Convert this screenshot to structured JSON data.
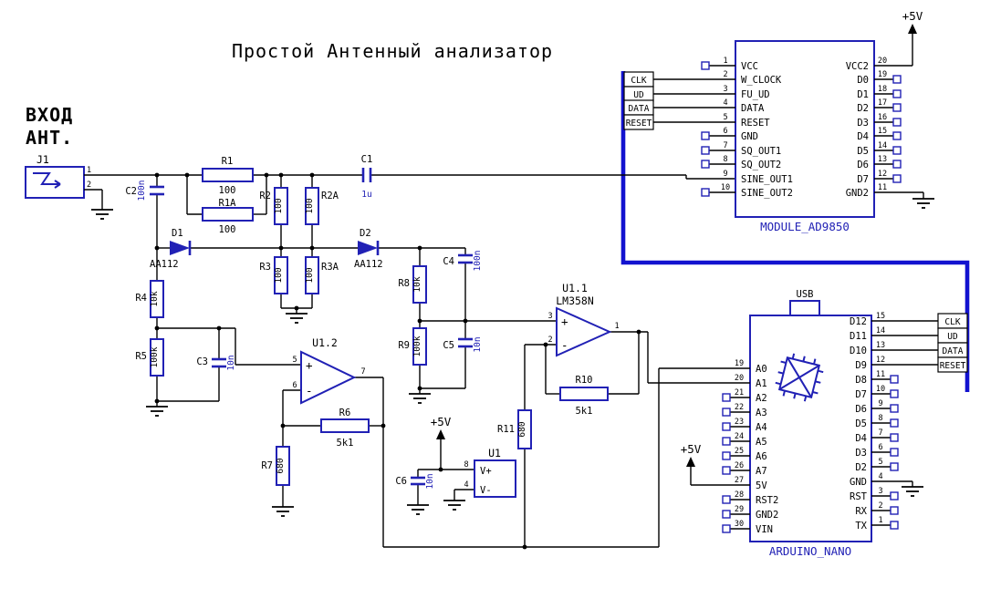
{
  "title": "Простой Антенный анализатор",
  "colors": {
    "component_blue": "#2121b5",
    "bus_blue": "#1212cf",
    "wire_black": "#000000"
  },
  "power_label": "+5V",
  "input": {
    "label_line1": "ВХОД",
    "label_line2": "АНТ.",
    "connector_ref": "J1",
    "pin1": "1",
    "pin2": "2"
  },
  "components": {
    "r1": {
      "ref": "R1",
      "value": "100"
    },
    "r1a": {
      "ref": "R1A",
      "value": "100"
    },
    "r2": {
      "ref": "R2",
      "value": "100"
    },
    "r2a": {
      "ref": "R2A",
      "value": "100"
    },
    "r3": {
      "ref": "R3",
      "value": "100"
    },
    "r3a": {
      "ref": "R3A",
      "value": "100"
    },
    "r4": {
      "ref": "R4",
      "value": "10k"
    },
    "r5": {
      "ref": "R5",
      "value": "100k"
    },
    "r6": {
      "ref": "R6",
      "value": "5k1"
    },
    "r7": {
      "ref": "R7",
      "value": "680"
    },
    "r8": {
      "ref": "R8",
      "value": "10k"
    },
    "r9": {
      "ref": "R9",
      "value": "100k"
    },
    "r10": {
      "ref": "R10",
      "value": "5k1"
    },
    "r11": {
      "ref": "R11",
      "value": "680"
    },
    "c1": {
      "ref": "C1",
      "value": "1u"
    },
    "c2": {
      "ref": "C2",
      "value": "100n"
    },
    "c3": {
      "ref": "C3",
      "value": "10n"
    },
    "c4": {
      "ref": "C4",
      "value": "100n"
    },
    "c5": {
      "ref": "C5",
      "value": "10n"
    },
    "c6": {
      "ref": "C6",
      "value": "10n"
    },
    "d1": {
      "ref": "D1",
      "value": "AA112"
    },
    "d2": {
      "ref": "D2",
      "value": "AA112"
    },
    "u1_1": {
      "ref": "U1.1",
      "value": "LM358N",
      "plus": "+",
      "minus": "-",
      "pin_plus": "3",
      "pin_minus": "2",
      "pin_out": "1"
    },
    "u1_2": {
      "ref": "U1.2",
      "plus": "+",
      "minus": "-",
      "pin_plus": "5",
      "pin_minus": "6",
      "pin_out": "7"
    },
    "u1": {
      "ref": "U1",
      "vplus": "V+",
      "vminus": "V-",
      "pin_vplus": "8",
      "pin_vminus": "4"
    }
  },
  "ad9850": {
    "name": "MODULE_AD9850",
    "left_pins": [
      {
        "num": "1",
        "name": "VCC"
      },
      {
        "num": "2",
        "name": "W_CLOCK"
      },
      {
        "num": "3",
        "name": "FU_UD"
      },
      {
        "num": "4",
        "name": "DATA"
      },
      {
        "num": "5",
        "name": "RESET"
      },
      {
        "num": "6",
        "name": "GND"
      },
      {
        "num": "7",
        "name": "SQ_OUT1"
      },
      {
        "num": "8",
        "name": "SQ_OUT2"
      },
      {
        "num": "9",
        "name": "SINE_OUT1"
      },
      {
        "num": "10",
        "name": "SINE_OUT2"
      }
    ],
    "right_pins": [
      {
        "num": "20",
        "name": "VCC2"
      },
      {
        "num": "19",
        "name": "D0"
      },
      {
        "num": "18",
        "name": "D1"
      },
      {
        "num": "17",
        "name": "D2"
      },
      {
        "num": "16",
        "name": "D3"
      },
      {
        "num": "15",
        "name": "D4"
      },
      {
        "num": "14",
        "name": "D5"
      },
      {
        "num": "13",
        "name": "D6"
      },
      {
        "num": "12",
        "name": "D7"
      },
      {
        "num": "11",
        "name": "GND2"
      }
    ]
  },
  "arduino": {
    "name": "ARDUINO_NANO",
    "usb_label": "USB",
    "left_pins": [
      {
        "num": "19",
        "name": "A0"
      },
      {
        "num": "20",
        "name": "A1"
      },
      {
        "num": "21",
        "name": "A2"
      },
      {
        "num": "22",
        "name": "A3"
      },
      {
        "num": "23",
        "name": "A4"
      },
      {
        "num": "24",
        "name": "A5"
      },
      {
        "num": "25",
        "name": "A6"
      },
      {
        "num": "26",
        "name": "A7"
      },
      {
        "num": "27",
        "name": "5V"
      },
      {
        "num": "28",
        "name": "RST2"
      },
      {
        "num": "29",
        "name": "GND2"
      },
      {
        "num": "30",
        "name": "VIN"
      }
    ],
    "right_pins": [
      {
        "num": "15",
        "name": "D12"
      },
      {
        "num": "14",
        "name": "D11"
      },
      {
        "num": "13",
        "name": "D10"
      },
      {
        "num": "12",
        "name": "D9"
      },
      {
        "num": "11",
        "name": "D8"
      },
      {
        "num": "10",
        "name": "D7"
      },
      {
        "num": "9",
        "name": "D6"
      },
      {
        "num": "8",
        "name": "D5"
      },
      {
        "num": "7",
        "name": "D4"
      },
      {
        "num": "6",
        "name": "D3"
      },
      {
        "num": "5",
        "name": "D2"
      },
      {
        "num": "4",
        "name": "GND"
      },
      {
        "num": "3",
        "name": "RST"
      },
      {
        "num": "2",
        "name": "RX"
      },
      {
        "num": "1",
        "name": "TX"
      }
    ]
  },
  "net_labels": {
    "ad9850": [
      "CLK",
      "UD",
      "DATA",
      "RESET"
    ],
    "arduino": [
      "CLK",
      "UD",
      "DATA",
      "RESET"
    ]
  }
}
